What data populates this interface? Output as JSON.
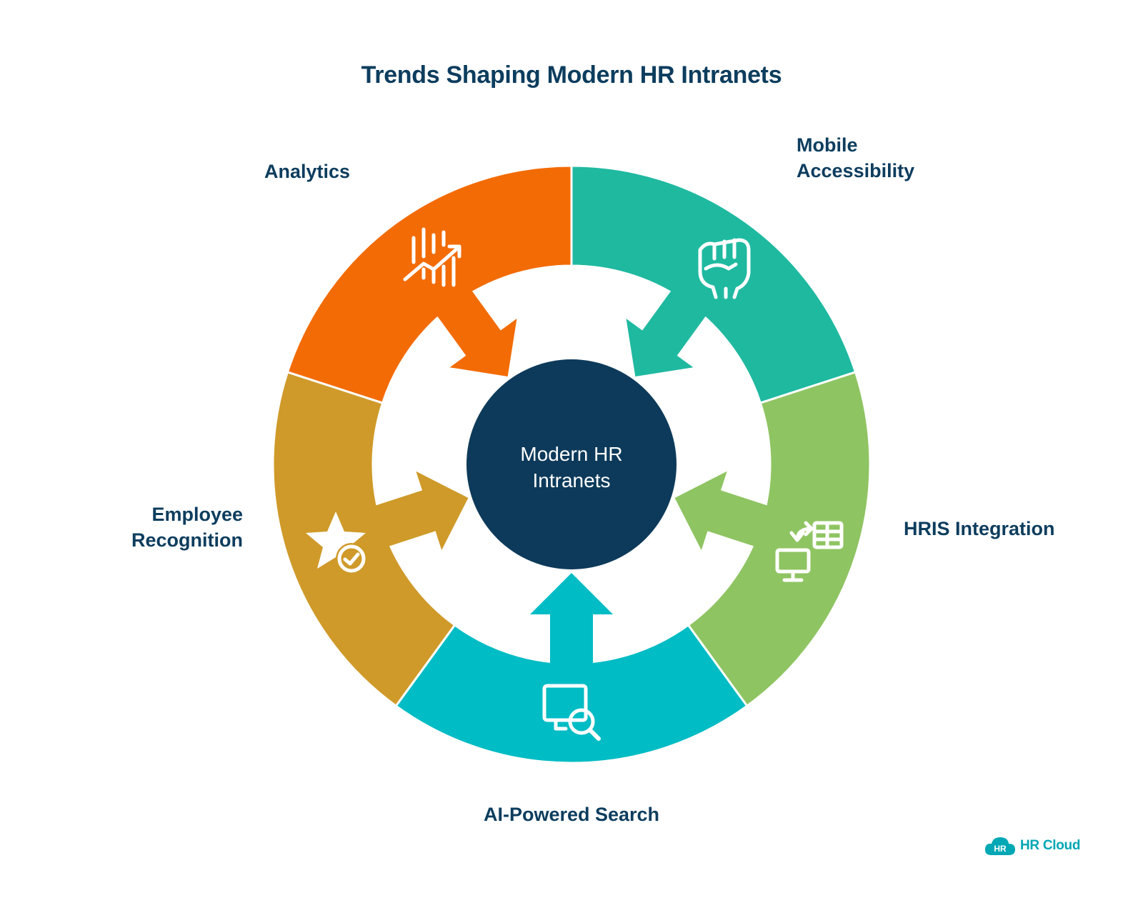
{
  "title": "Trends Shaping Modern HR Intranets",
  "center": {
    "line1": "Modern HR",
    "line2": "Intranets",
    "color": "#0d3a5a"
  },
  "segments": [
    {
      "id": "mobile-accessibility",
      "lines": [
        "Mobile",
        "Accessibility"
      ],
      "color": "#1fb9a0",
      "icon": "raised-fist-icon"
    },
    {
      "id": "hris-integration",
      "lines": [
        "HRIS Integration"
      ],
      "color": "#8fc462",
      "icon": "data-sync-icon"
    },
    {
      "id": "ai-powered-search",
      "lines": [
        "AI-Powered Search"
      ],
      "color": "#00bcc4",
      "icon": "monitor-search-icon"
    },
    {
      "id": "employee-recognition",
      "lines": [
        "Employee",
        "Recognition"
      ],
      "color": "#cf9a29",
      "icon": "star-check-icon"
    },
    {
      "id": "analytics",
      "lines": [
        "Analytics"
      ],
      "color": "#f36b05",
      "icon": "chart-trend-icon"
    }
  ],
  "logo": {
    "badge": "HR",
    "text": "HR Cloud",
    "color": "#00a7b5"
  }
}
